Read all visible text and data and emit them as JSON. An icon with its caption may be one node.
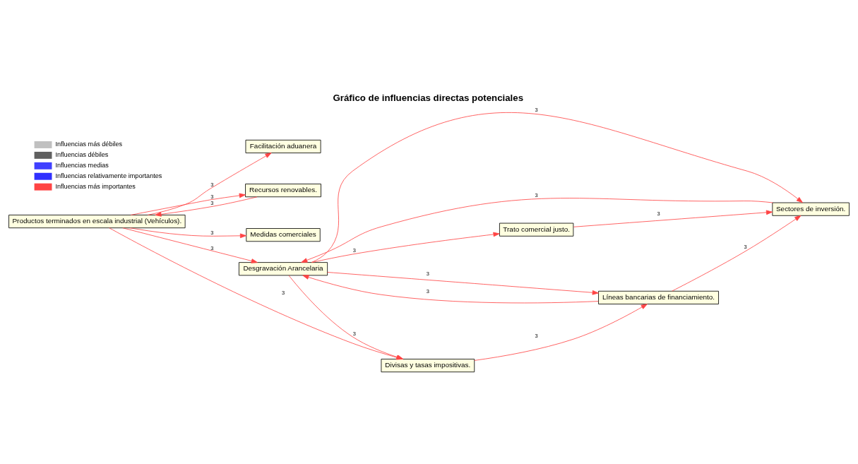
{
  "diagram": {
    "title": "Gráfico de influencias directas potenciales",
    "nodes": [
      {
        "text": [
          "Facilitación aduanera"
        ]
      },
      {
        "text": [
          "Recursos renovables."
        ]
      },
      {
        "text": [
          "Trato comercial justo."
        ]
      },
      {
        "text": [
          "Líneas bancarias de financiamiento."
        ]
      },
      {
        "text": [
          "Sectores de inversión."
        ]
      },
      {
        "text": [
          "Medidas comerciales"
        ]
      },
      {
        "text": [
          "Desgravación Arancelaria"
        ]
      },
      {
        "text": [
          "Productos terminados en escala industrial (Vehículos)."
        ]
      },
      {
        "text": [
          "Divisas y tasas impositivas."
        ]
      }
    ],
    "edges": [
      {
        "from": 7,
        "to": 0,
        "arrow": "to",
        "label": "3"
      },
      {
        "from": 3,
        "to": 4,
        "arrow": "to",
        "label": "3"
      },
      {
        "from": 2,
        "to": 4,
        "arrow": "to",
        "label": "3"
      },
      {
        "from": 6,
        "to": 4,
        "arrow": "to",
        "label": "3"
      },
      {
        "from": 4,
        "to": 6,
        "arrow": "to",
        "label": "3"
      },
      {
        "from": 6,
        "to": 3,
        "arrow": "to",
        "label": "3"
      },
      {
        "from": 3,
        "to": 6,
        "arrow": "to",
        "label": "3"
      },
      {
        "from": 6,
        "to": 2,
        "arrow": "to",
        "label": "3"
      },
      {
        "from": 7,
        "to": 6,
        "arrow": "to",
        "label": "3"
      },
      {
        "from": 6,
        "to": 8,
        "arrow": "to",
        "label": "3"
      },
      {
        "from": 7,
        "to": 8,
        "arrow": "to",
        "label": "3"
      },
      {
        "from": 8,
        "to": 3,
        "arrow": "to",
        "label": "3"
      },
      {
        "from": 7,
        "to": 5,
        "arrow": "to",
        "label": "3"
      },
      {
        "from": 7,
        "to": 1,
        "arrow": "to",
        "label": "3"
      },
      {
        "from": 1,
        "to": 7,
        "arrow": "to",
        "label": "3"
      }
    ],
    "legend": [
      {
        "text": "Influencias más débiles"
      },
      {
        "text": "Influencias débiles"
      },
      {
        "text": "Influencias medias"
      },
      {
        "text": "Influencias relativamente importantes"
      },
      {
        "text": "Influencias más importantes"
      }
    ]
  }
}
